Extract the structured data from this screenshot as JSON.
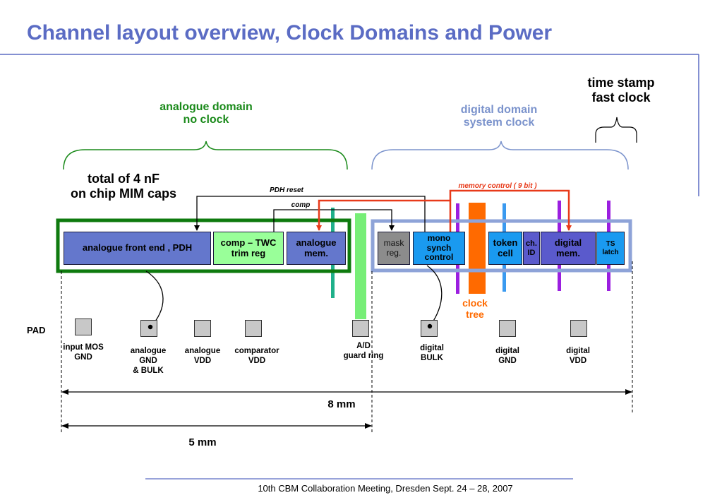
{
  "title": "Channel layout overview, Clock Domains and Power",
  "footer": "10th CBM Collaboration Meeting, Dresden Sept. 24 – 28, 2007",
  "domains": {
    "analogue": "analogue  domain\nno clock",
    "digital": "digital  domain\nsystem clock",
    "timestamp": "time stamp\nfast clock"
  },
  "mim_caps": "total of 4 nF\non chip MIM caps",
  "signals": {
    "pdh_reset": "PDH reset",
    "comp": "comp",
    "memory_control": "memory  control ( 9 bit )"
  },
  "blocks": {
    "afe": "analogue front end , PDH",
    "comp_twc": "comp – TWC\ntrim reg",
    "analogue_mem": "analogue\nmem.",
    "mask_reg": "mask\nreg.",
    "mono_synch": "mono\nsynch\ncontrol",
    "token_cell": "token\ncell",
    "ch_id": "ch.\nID",
    "digital_mem": "digital\nmem.",
    "ts_latch": "TS\nlatch"
  },
  "clock_tree": "clock\ntree",
  "pad_label": "PAD",
  "pads": [
    "input MOS\nGND",
    "analogue\nGND\n& BULK",
    "analogue\nVDD",
    "comparator\nVDD",
    "A/D\nguard ring",
    "digital\nBULK",
    "digital\nGND",
    "digital\nVDD"
  ],
  "dimensions": {
    "total": "8 mm",
    "analogue": "5 mm"
  },
  "colors": {
    "title": "#5b6cc4",
    "analogue_domain": "#1a8a1a",
    "digital_domain": "#7b93cc",
    "memory_control": "#e83a1a",
    "clock_tree": "#ff6a00"
  }
}
